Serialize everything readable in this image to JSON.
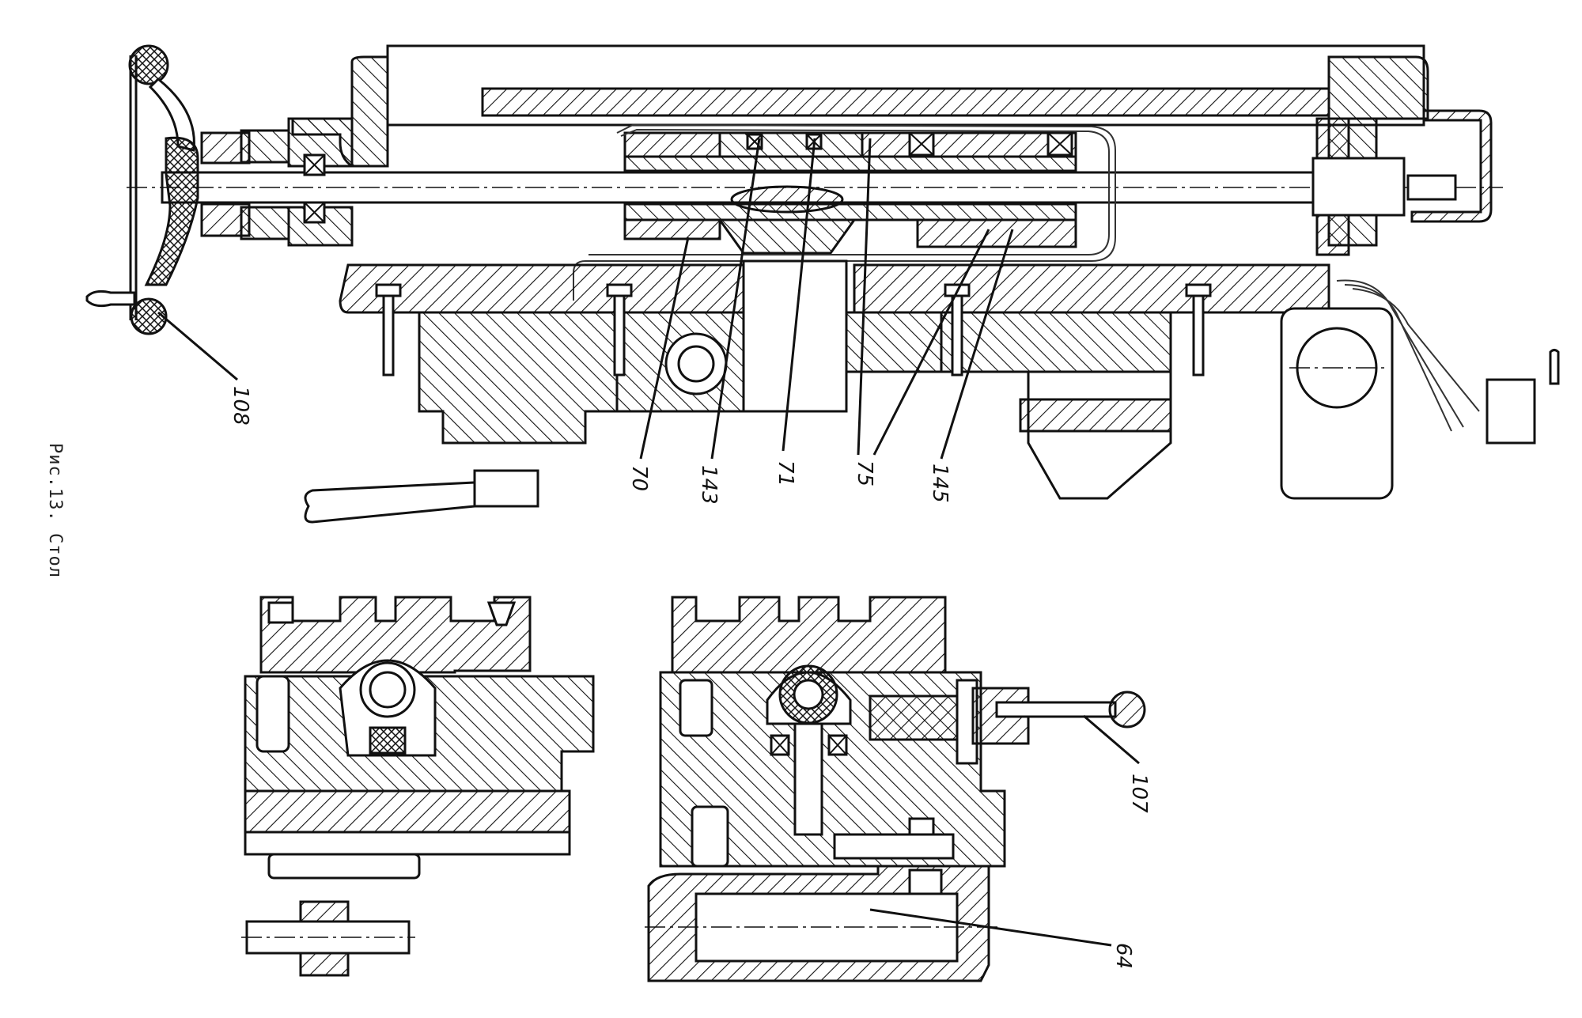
{
  "figure": {
    "caption": "Рис.13. Стол",
    "title": "Стол",
    "figure_number": "13"
  },
  "callouts": [
    {
      "id": "108",
      "label": "108"
    },
    {
      "id": "70",
      "label": "70"
    },
    {
      "id": "143",
      "label": "143"
    },
    {
      "id": "71",
      "label": "71"
    },
    {
      "id": "75",
      "label": "75"
    },
    {
      "id": "145",
      "label": "145"
    },
    {
      "id": "107",
      "label": "107"
    },
    {
      "id": "64",
      "label": "64"
    }
  ],
  "views": [
    {
      "name": "longitudinal-section",
      "description": "Table longitudinal section with handwheel, lead screw, nut and bearings"
    },
    {
      "name": "cross-section-left",
      "description": "Table cross section through lead screw nut"
    },
    {
      "name": "cross-section-right",
      "description": "Table cross section through feed gearbox with lever"
    }
  ],
  "colors": {
    "ink": "#111111",
    "paper": "#ffffff"
  }
}
